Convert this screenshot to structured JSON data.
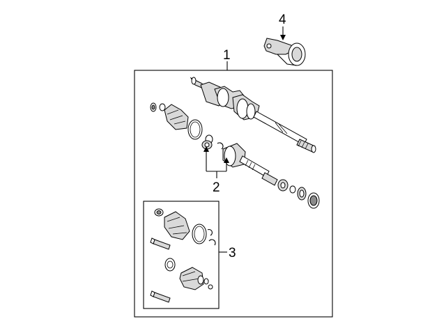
{
  "callouts": {
    "c1": "1",
    "c2": "2",
    "c3": "3",
    "c4": "4"
  },
  "colors": {
    "line": "#000000",
    "fill_light": "#d9d9d9",
    "fill_dark": "#8a8a8a",
    "background": "#ffffff"
  }
}
